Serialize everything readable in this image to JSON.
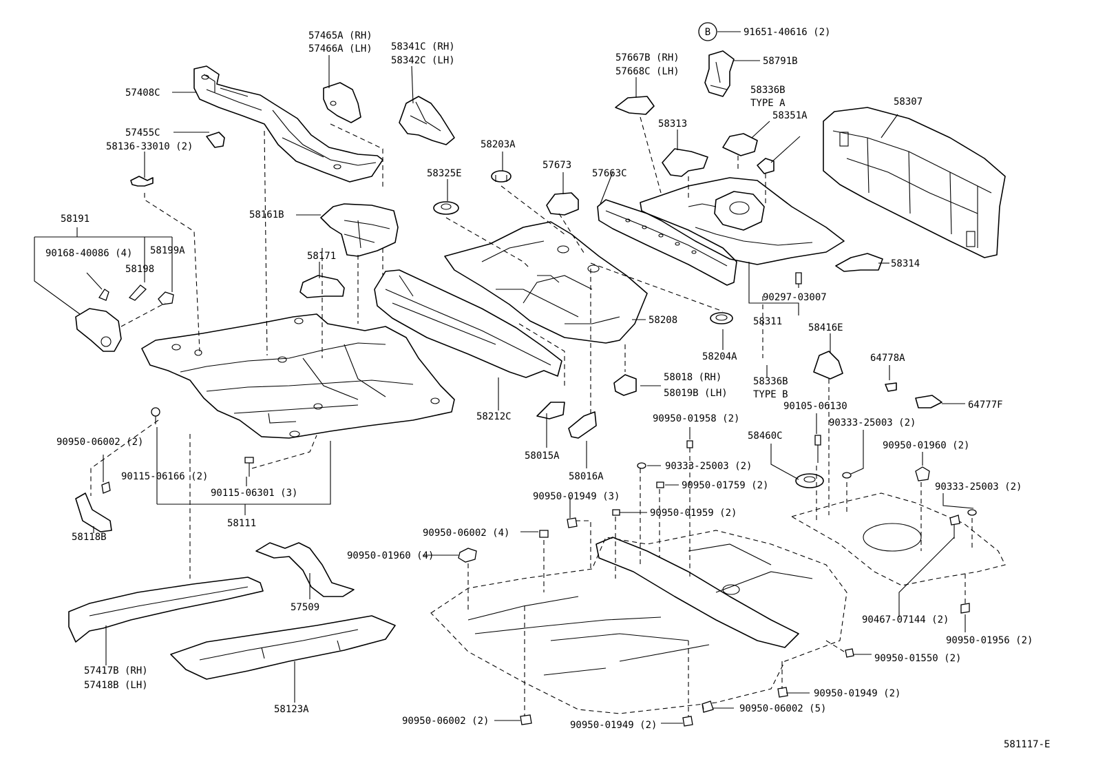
{
  "diagram_id": "581117-E",
  "callout_letter": "B",
  "labels": {
    "l91651": "91651-40616 (2)",
    "l58791b": "58791B",
    "l57465a": "57465A (RH)",
    "l57466a": "57466A (LH)",
    "l58341c": "58341C (RH)",
    "l58342c": "58342C (LH)",
    "l57667b": "57667B (RH)",
    "l57668c": "57668C (LH)",
    "l58336b_a": "58336B",
    "type_a": "TYPE  A",
    "l58307": "58307",
    "l57408c": "57408C",
    "l58313": "58313",
    "l58351a": "58351A",
    "l57455c": "57455C",
    "l58136": "58136-33010 (2)",
    "l58203a": "58203A",
    "l57673": "57673",
    "l57663c": "57663C",
    "l58325e": "58325E",
    "l58191": "58191",
    "l58161b": "58161B",
    "l90168": "90168-40086 (4)",
    "l58199a": "58199A",
    "l58198": "58198",
    "l58171": "58171",
    "l58314": "58314",
    "l90297": "90297-03007",
    "l58311": "58311",
    "l58208": "58208",
    "l58416e": "58416E",
    "l58204a": "58204A",
    "l64778a": "64778A",
    "l58336b_b": "58336B",
    "type_b": "TYPE  B",
    "l58018": "58018  (RH)",
    "l58019b": "58019B (LH)",
    "l90105": "90105-06130",
    "l64777f": "64777F",
    "l58212c": "58212C",
    "l90950_01958": "90950-01958 (2)",
    "l90333_a": "90333-25003 (2)",
    "l58460c": "58460C",
    "l90950_06002_a": "90950-06002 (2)",
    "l58015a": "58015A",
    "l90950_01960_a": "90950-01960 (2)",
    "l90333_b": "90333-25003 (2)",
    "l58016a": "58016A",
    "l90115_06166": "90115-06166 (2)",
    "l90950_01759": "90950-01759 (2)",
    "l90115_06301": "90115-06301 (3)",
    "l90950_01949_a": "90950-01949 (3)",
    "l90333_c": "90333-25003 (2)",
    "l90950_01959": "90950-01959 (2)",
    "l58111": "58111",
    "l58118b": "58118B",
    "l90950_06002_b": "90950-06002 (4)",
    "l90950_01960_b": "90950-01960 (4)",
    "l57509": "57509",
    "l90467": "90467-07144 (2)",
    "l90950_01956": "90950-01956 (2)",
    "l90950_01550": "90950-01550 (2)",
    "l57417b": "57417B (RH)",
    "l57418b": "57418B (LH)",
    "l90950_01949_b": "90950-01949 (2)",
    "l58123a": "58123A",
    "l90950_06002_c": "90950-06002 (2)",
    "l90950_01949_c": "90950-01949 (2)",
    "l90950_06002_d": "90950-06002 (5)"
  }
}
